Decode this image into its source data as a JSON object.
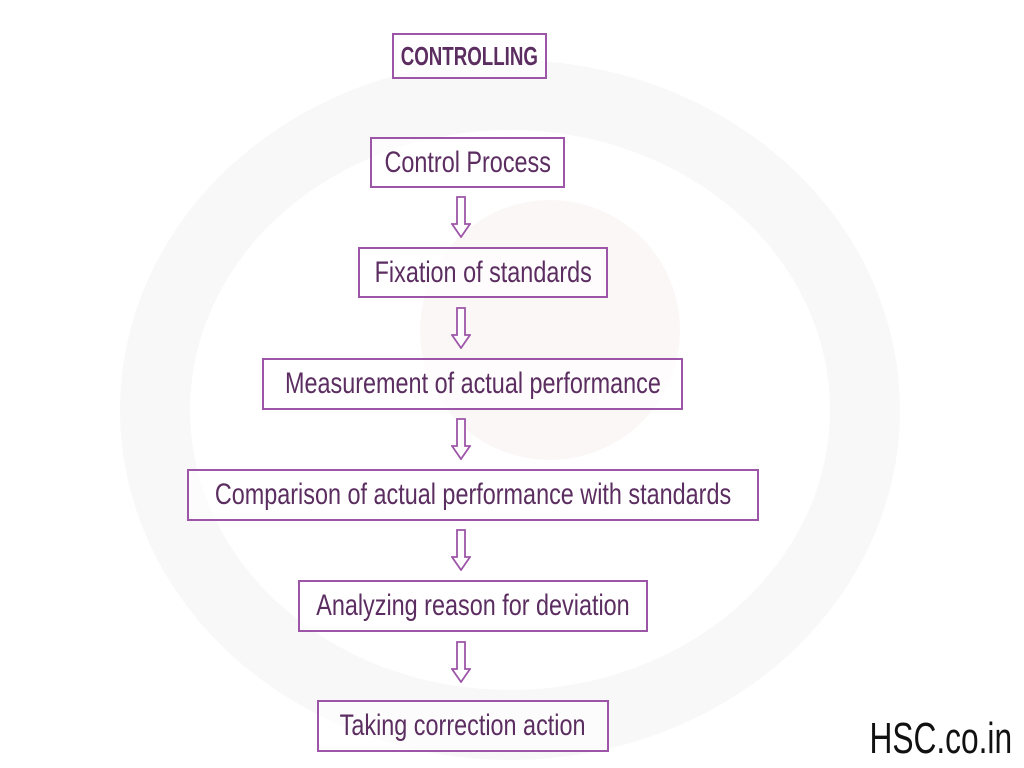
{
  "title": "CONTROLLING",
  "steps": [
    "Control Process",
    "Fixation of standards",
    "Measurement of actual performance",
    "Comparison of actual performance with standards",
    "Analyzing reason for deviation",
    "Taking correction action"
  ],
  "logo": "HSC.co.in",
  "colors": {
    "border": "#9d55a8",
    "text": "#5b2d60"
  }
}
